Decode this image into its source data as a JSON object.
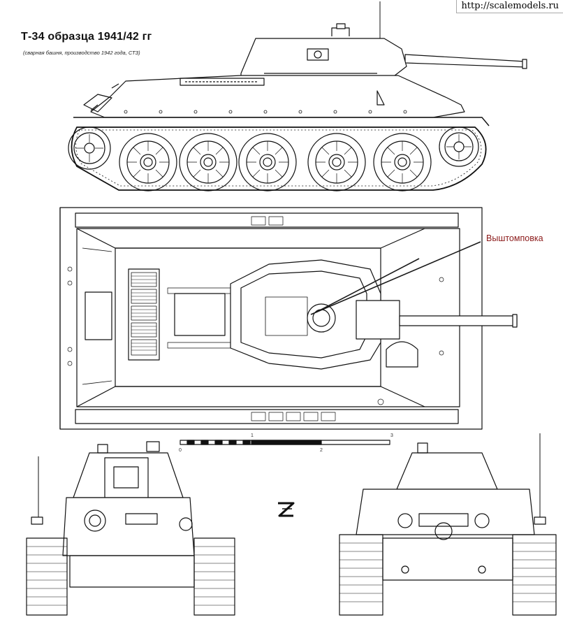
{
  "title": "Т-34 образца 1941/42 гг",
  "subtitle": "(сварная башня, производство 1942 года, СТЗ)",
  "watermark": "http://scalemodels.ru",
  "annotation": "Выштомповка",
  "scale_labels": [
    "0",
    "1",
    "2",
    "3"
  ]
}
